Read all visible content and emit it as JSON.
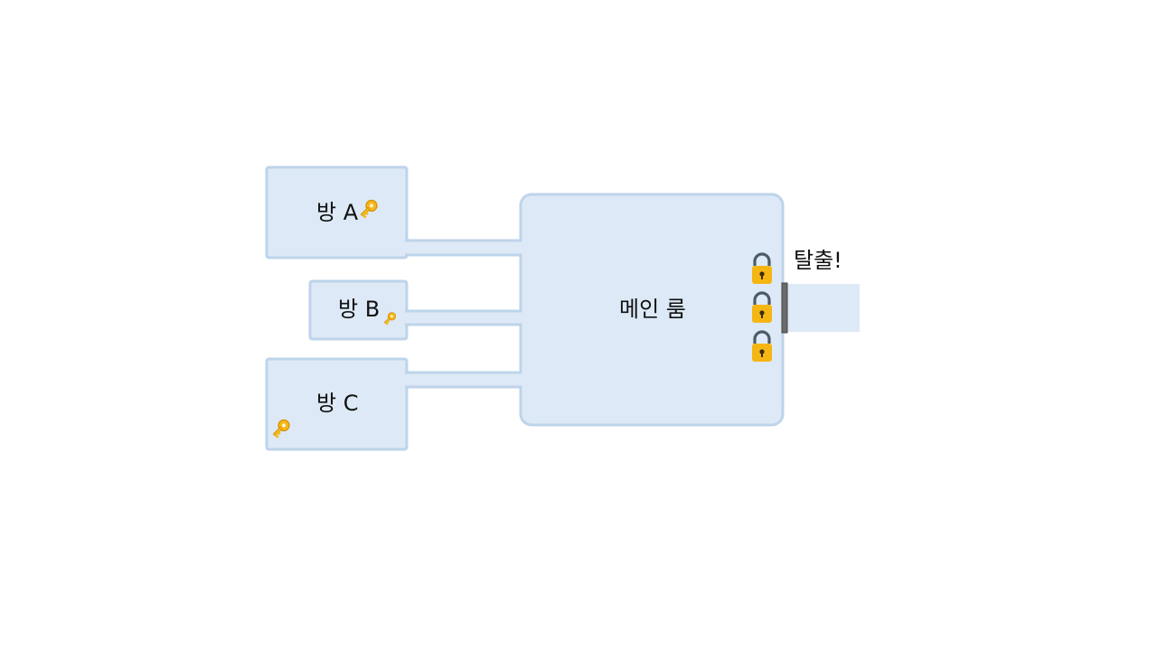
{
  "rooms": {
    "main": {
      "label": "메인 룸"
    },
    "a": {
      "label": "방 A"
    },
    "b": {
      "label": "방 B"
    },
    "c": {
      "label": "방 C"
    }
  },
  "exit": {
    "label": "탈출!"
  },
  "icons": {
    "key": "key-icon",
    "lock": "padlock-icon",
    "door": "door-icon"
  },
  "colors": {
    "room_fill": "#dde9f6",
    "room_stroke": "#bed4ea",
    "key_gold": "#f6b81b",
    "lock_body": "#f5b614",
    "lock_shackle": "#4c5b66",
    "door": "#6b6b6b"
  }
}
